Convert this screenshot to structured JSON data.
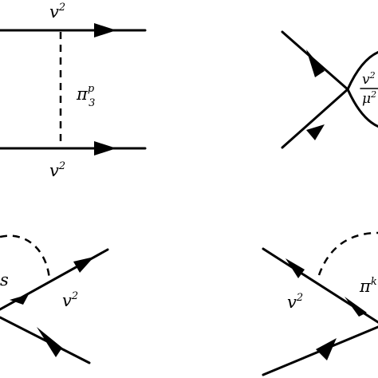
{
  "labels": {
    "tl_top": {
      "base": "v",
      "sup": "2"
    },
    "tl_bottom": {
      "base": "v",
      "sup": "2"
    },
    "tl_prop": {
      "base": "π",
      "sup": "p",
      "sub": "3"
    },
    "tr_frac_num": {
      "base": "v",
      "sup": "2"
    },
    "tr_frac_den": {
      "base": "μ",
      "sup": "2"
    },
    "bl_prop_partial": "s",
    "bl_v": {
      "base": "v",
      "sup": "2"
    },
    "br_v": {
      "base": "v",
      "sup": "2"
    },
    "br_prop_partial": {
      "base": "π",
      "sup": "k"
    }
  },
  "colors": {
    "ink": "#000000",
    "background": "#ffffff"
  }
}
